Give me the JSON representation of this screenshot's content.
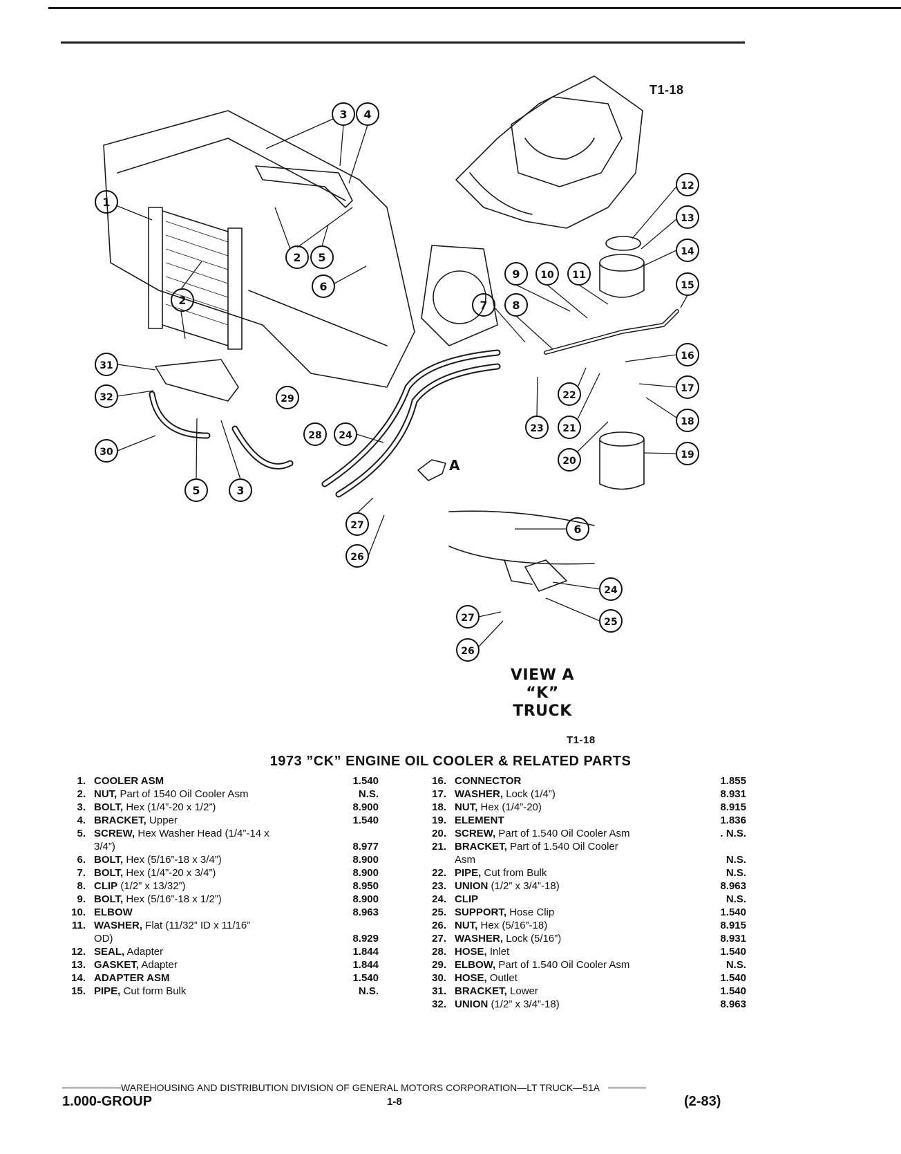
{
  "header": {
    "fig_code_top": "T1-18",
    "fig_code_mid": "T1-18"
  },
  "diagram": {
    "view_title_1": "VIEW A",
    "view_title_2": "“K” TRUCK",
    "arrow_label": "A",
    "callouts": [
      "3",
      "4",
      "1",
      "2",
      "5",
      "6",
      "2",
      "9",
      "10",
      "11",
      "7",
      "8",
      "12",
      "13",
      "14",
      "15",
      "16",
      "17",
      "18",
      "19",
      "20",
      "21",
      "22",
      "23",
      "24",
      "28",
      "29",
      "31",
      "32",
      "30",
      "5",
      "3",
      "27",
      "26",
      "6",
      "24",
      "25",
      "27",
      "26"
    ]
  },
  "title": "1973 ”CK” ENGINE OIL COOLER & RELATED PARTS",
  "parts_left": [
    {
      "num": "1.",
      "name": "COOLER ASM",
      "spec": "",
      "code": "1.540"
    },
    {
      "num": "2.",
      "name": "NUT,",
      "spec": "Part of 1540 Oil Cooler Asm",
      "code": "N.S."
    },
    {
      "num": "3.",
      "name": "BOLT,",
      "spec": "Hex (1/4”-20 x 1/2”)",
      "code": "8.900"
    },
    {
      "num": "4.",
      "name": "BRACKET,",
      "spec": "Upper",
      "code": "1.540"
    },
    {
      "num": "5.",
      "name": "SCREW,",
      "spec": "Hex Washer Head (1/4”-14 x",
      "code": ""
    },
    {
      "num": "",
      "name": "",
      "spec": "3/4”)",
      "code": "8.977"
    },
    {
      "num": "6.",
      "name": "BOLT,",
      "spec": "Hex (5/16”-18 x 3/4”)",
      "code": "8.900"
    },
    {
      "num": "7.",
      "name": "BOLT,",
      "spec": "Hex (1/4”-20 x 3/4”)",
      "code": "8.900"
    },
    {
      "num": "8.",
      "name": "CLIP",
      "spec": "(1/2” x 13/32”)",
      "code": "8.950"
    },
    {
      "num": "9.",
      "name": "BOLT,",
      "spec": "Hex (5/16”-18 x 1/2”)",
      "code": "8.900"
    },
    {
      "num": "10.",
      "name": "ELBOW",
      "spec": "",
      "code": "8.963"
    },
    {
      "num": "11.",
      "name": "WASHER,",
      "spec": "Flat (11/32” ID x 11/16”",
      "code": ""
    },
    {
      "num": "",
      "name": "",
      "spec": "OD)",
      "code": "8.929"
    },
    {
      "num": "12.",
      "name": "SEAL,",
      "spec": "Adapter",
      "code": "1.844"
    },
    {
      "num": "13.",
      "name": "GASKET,",
      "spec": "Adapter",
      "code": "1.844"
    },
    {
      "num": "14.",
      "name": "ADAPTER ASM",
      "spec": "",
      "code": "1.540"
    },
    {
      "num": "15.",
      "name": "PIPE,",
      "spec": "Cut form Bulk",
      "code": "N.S."
    }
  ],
  "parts_right": [
    {
      "num": "16.",
      "name": "CONNECTOR",
      "spec": "",
      "code": "1.855"
    },
    {
      "num": "17.",
      "name": "WASHER,",
      "spec": "Lock (1/4”)",
      "code": "8.931"
    },
    {
      "num": "18.",
      "name": "NUT,",
      "spec": "Hex (1/4”-20)",
      "code": "8.915"
    },
    {
      "num": "19.",
      "name": "ELEMENT",
      "spec": "",
      "code": "1.836"
    },
    {
      "num": "20.",
      "name": "SCREW,",
      "spec": "Part of 1.540 Oil Cooler Asm",
      "code": ". N.S."
    },
    {
      "num": "21.",
      "name": "BRACKET,",
      "spec": "Part of 1.540 Oil Cooler",
      "code": ""
    },
    {
      "num": "",
      "name": "",
      "spec": "Asm",
      "code": "N.S."
    },
    {
      "num": "22.",
      "name": "PIPE,",
      "spec": "Cut from Bulk",
      "code": "N.S."
    },
    {
      "num": "23.",
      "name": "UNION",
      "spec": "(1/2” x 3/4”-18)",
      "code": "8.963"
    },
    {
      "num": "24.",
      "name": "CLIP",
      "spec": "",
      "code": "N.S."
    },
    {
      "num": "25.",
      "name": "SUPPORT,",
      "spec": "Hose Clip",
      "code": "1.540"
    },
    {
      "num": "26.",
      "name": "NUT,",
      "spec": "Hex (5/16”-18)",
      "code": "8.915"
    },
    {
      "num": "27.",
      "name": "WASHER,",
      "spec": "Lock (5/16”)",
      "code": "8.931"
    },
    {
      "num": "28.",
      "name": "HOSE,",
      "spec": "Inlet",
      "code": "1.540"
    },
    {
      "num": "29.",
      "name": "ELBOW,",
      "spec": "Part of 1.540 Oil Cooler Asm",
      "code": "N.S."
    },
    {
      "num": "30.",
      "name": "HOSE,",
      "spec": "Outlet",
      "code": "1.540"
    },
    {
      "num": "31.",
      "name": "BRACKET,",
      "spec": "Lower",
      "code": "1.540"
    },
    {
      "num": "32.",
      "name": "UNION",
      "spec": "(1/2” x 3/4”-18)",
      "code": "8.963"
    }
  ],
  "footer": {
    "line": "WAREHOUSING AND DISTRIBUTION  DIVISION OF GENERAL MOTORS CORPORATION—LT TRUCK—51A",
    "group": "1.000-GROUP",
    "page": "1-8",
    "date": "(2-83)"
  }
}
